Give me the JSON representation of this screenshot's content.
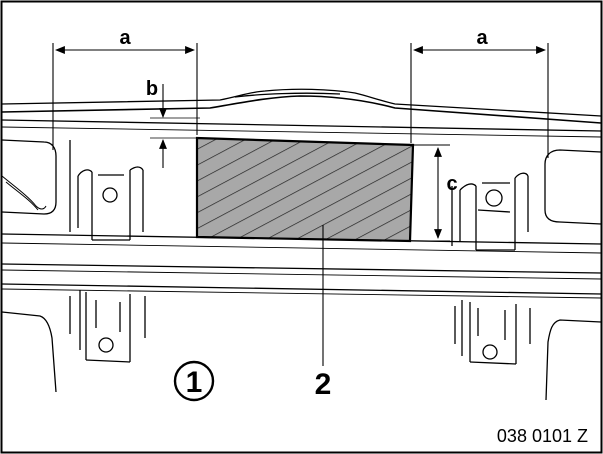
{
  "dimensions": {
    "a_left": "a",
    "a_right": "a",
    "b": "b",
    "c": "c"
  },
  "callouts": {
    "circled": "1",
    "part": "2"
  },
  "figure_code": "038 0101 Z",
  "colors": {
    "line": "#000000",
    "hatch_fill": "#a8a8a8",
    "background": "#ffffff"
  }
}
